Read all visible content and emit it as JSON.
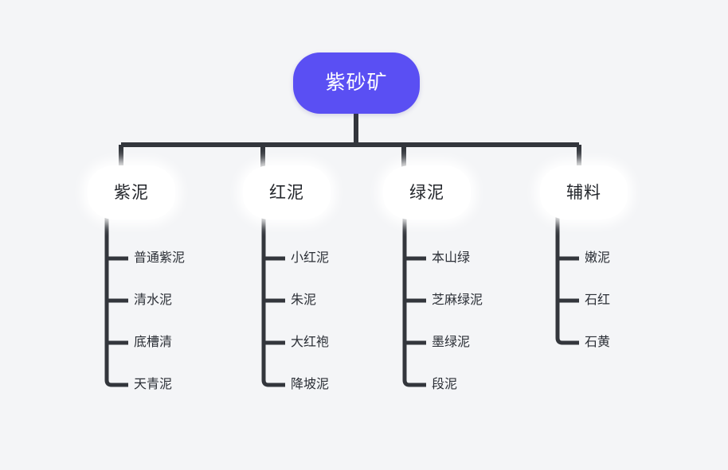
{
  "diagram": {
    "title": "紫砂矿",
    "background_color": "#f4f5f7",
    "root_color": "#5a4ff3",
    "root_text_color": "#ffffff",
    "node_color": "#ffffff",
    "connector_color": "#33363c",
    "branches": [
      {
        "label": "紫泥",
        "leaves": [
          "普通紫泥",
          "清水泥",
          "底槽清",
          "天青泥"
        ]
      },
      {
        "label": "红泥",
        "leaves": [
          "小红泥",
          "朱泥",
          "大红袍",
          "降坡泥"
        ]
      },
      {
        "label": "绿泥",
        "leaves": [
          "本山绿",
          "芝麻绿泥",
          "墨绿泥",
          "段泥"
        ]
      },
      {
        "label": "辅料",
        "leaves": [
          "嫩泥",
          "石红",
          "石黄"
        ]
      }
    ]
  }
}
